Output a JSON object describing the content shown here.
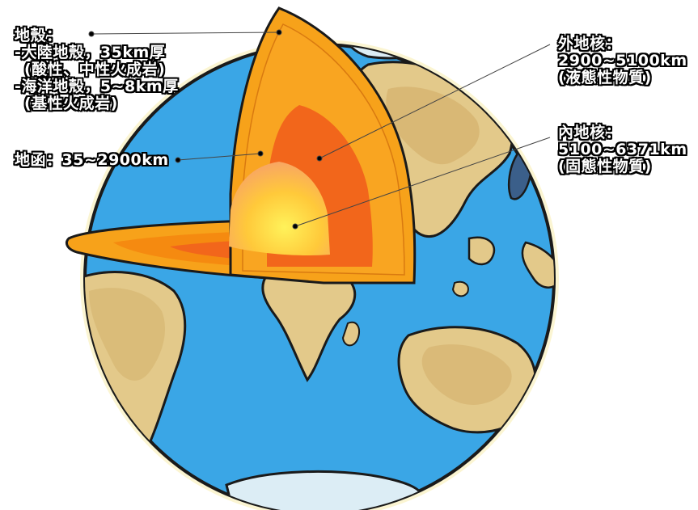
{
  "labels": {
    "crust": {
      "title": "地殼：",
      "line1": "-大陸地殼，35km厚",
      "line2": "(酸性、中性火成岩)",
      "line3": "-海洋地殼，5~8km厚",
      "line4": "(基性火成岩)"
    },
    "mantle": {
      "text": "地函：35~2900km"
    },
    "outer_core": {
      "title": "外地核：",
      "range": "2900~5100km",
      "state": "(液態性物質)"
    },
    "inner_core": {
      "title": "內地核：",
      "range": "5100~6371km",
      "state": "(固態性物質)"
    }
  },
  "colors": {
    "ocean": "#3aa6e6",
    "land": "#e3c98a",
    "land_dark": "#c9a664",
    "ice": "#dcedf5",
    "crust": "#f7a21a",
    "mantle": "#f58a10",
    "outer_core": "#f2661b",
    "inner_core": "#ffd23a",
    "outline": "#1a1a1a"
  }
}
